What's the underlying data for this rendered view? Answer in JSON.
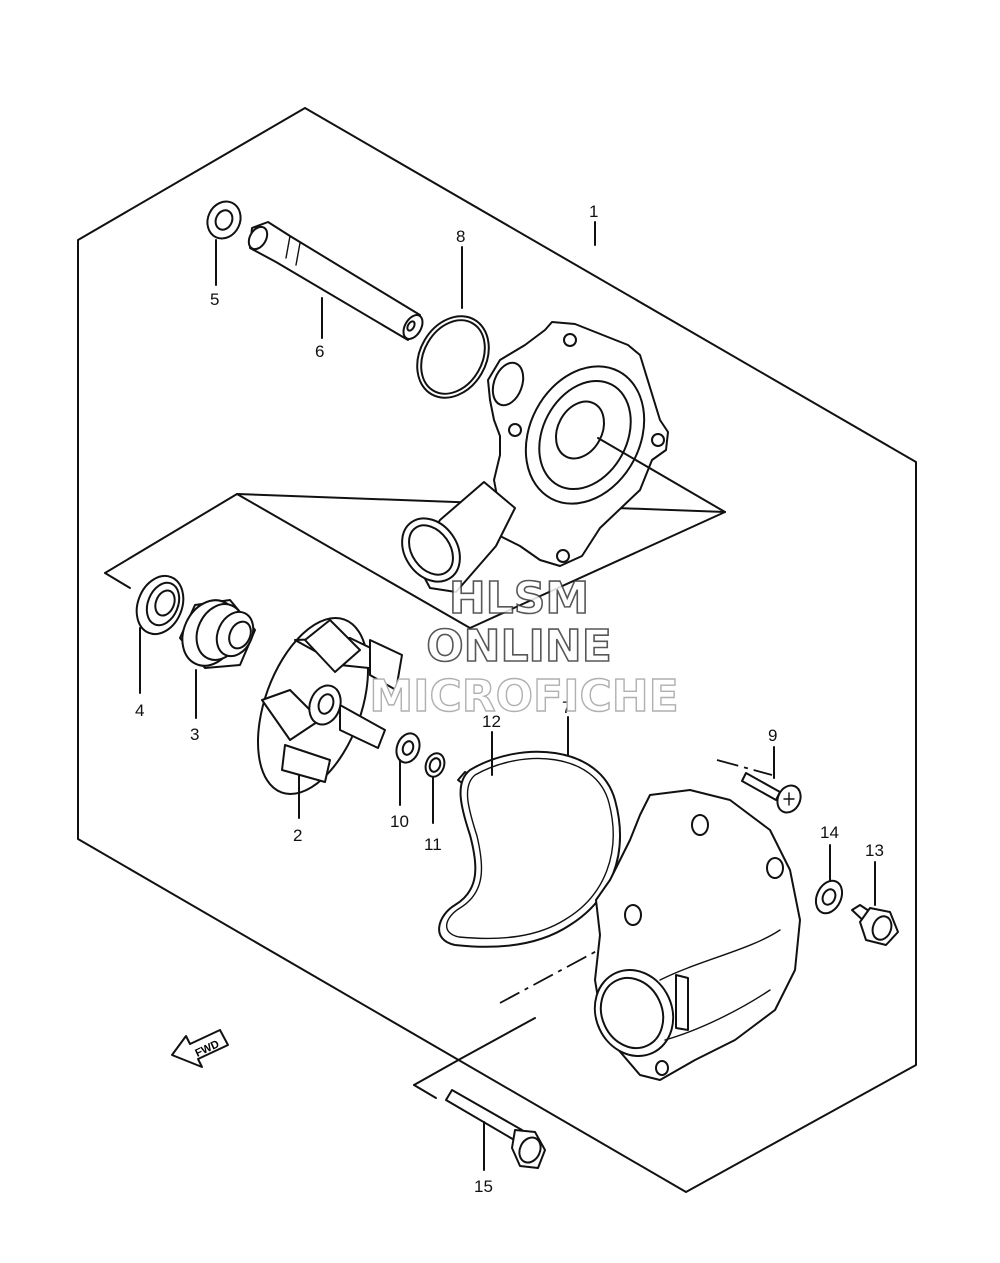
{
  "callouts": {
    "p1": "1",
    "p2": "2",
    "p3": "3",
    "p4": "4",
    "p5": "5",
    "p6": "6",
    "p7": "7",
    "p8": "8",
    "p9": "9",
    "p10": "10",
    "p11": "11",
    "p12": "12",
    "p13": "13",
    "p14": "14",
    "p15": "15"
  },
  "fwd_label": "FWD",
  "watermark": {
    "line1": "HLSM",
    "line2": "ONLINE",
    "line3": "MICROFICHE"
  }
}
